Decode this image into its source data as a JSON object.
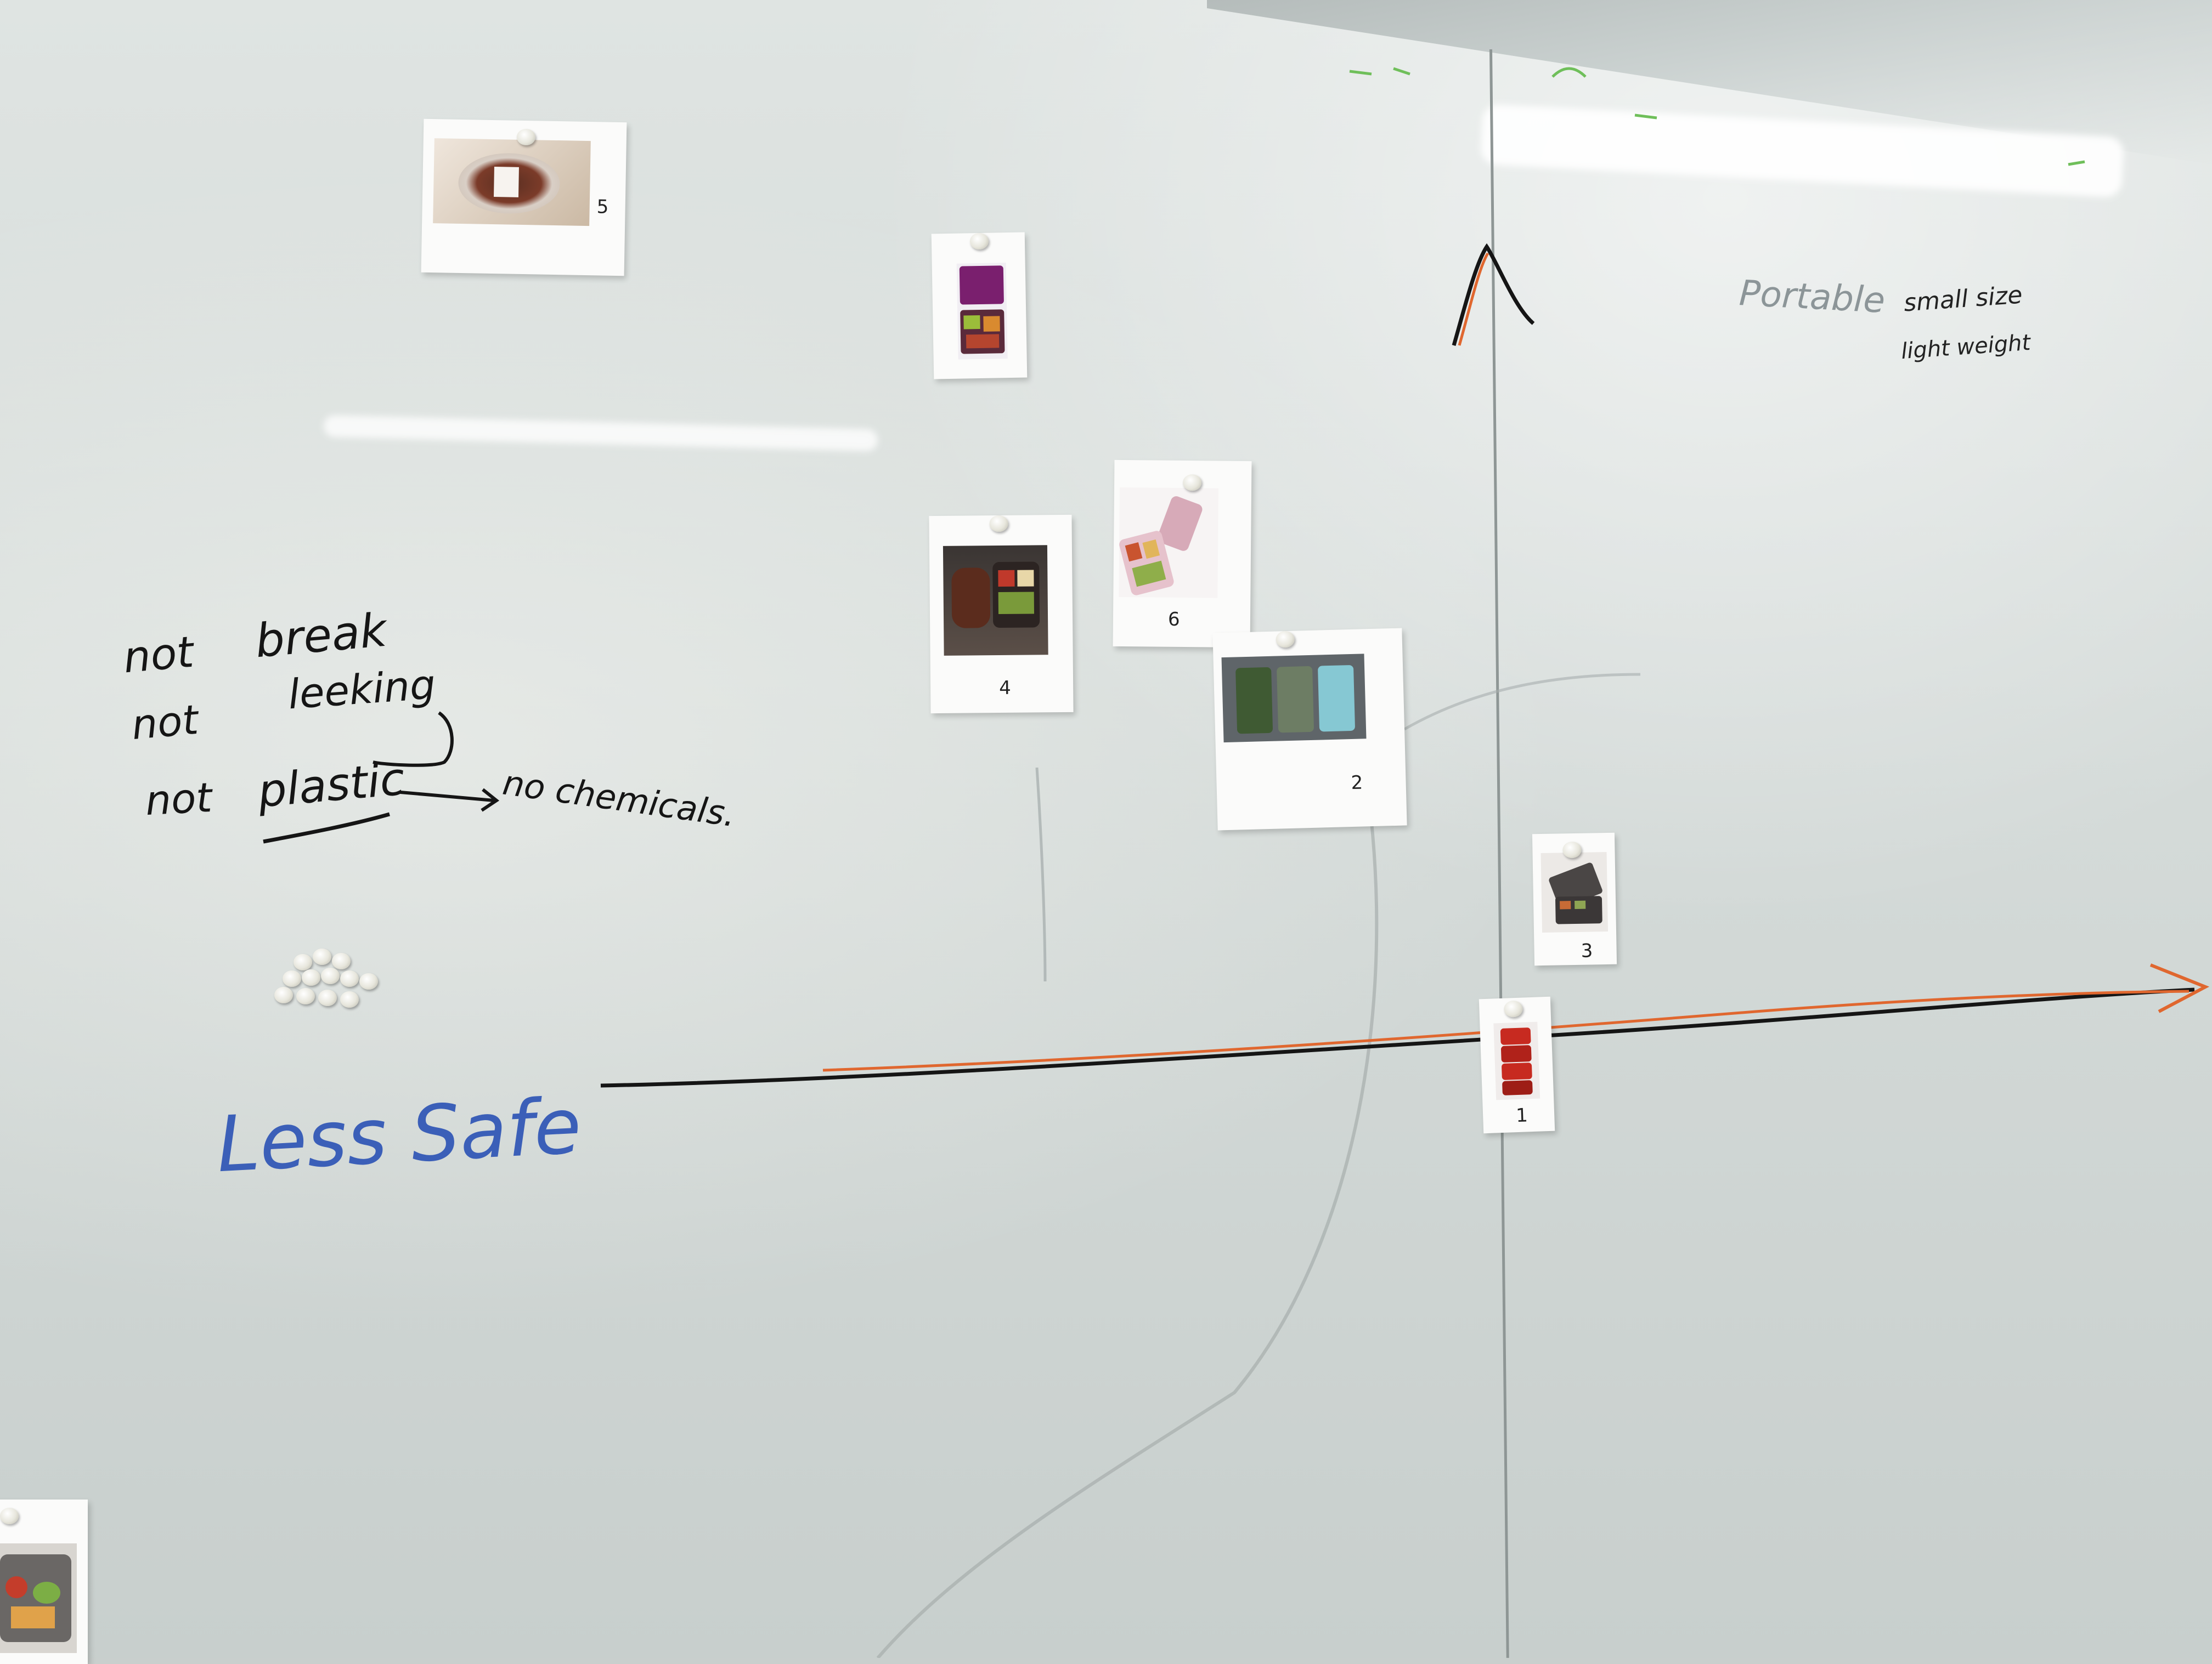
{
  "scene": {
    "description_tags": [
      "whiteboard",
      "printed-photos",
      "magnets",
      "marker-handwriting"
    ]
  },
  "handwriting": {
    "portable": "Portable",
    "small_size": "small size",
    "light_weight": "light weight",
    "not_break_1": "not",
    "not_break_2": "break",
    "not_leaking_1": "not",
    "not_leaking_2": "leeking",
    "not_plastic_1": "not",
    "not_plastic_2": "plastic",
    "no_chemicals": "no chemicals.",
    "less_safe": "Less Safe"
  },
  "photos": [
    {
      "id": "photo-1",
      "number": "1"
    },
    {
      "id": "photo-2",
      "number": "2"
    },
    {
      "id": "photo-3",
      "number": "3"
    },
    {
      "id": "photo-4",
      "number": "4"
    },
    {
      "id": "photo-5",
      "number": "5"
    },
    {
      "id": "photo-6",
      "number": "6"
    },
    {
      "id": "photo-7",
      "number": ""
    },
    {
      "id": "photo-8",
      "number": ""
    }
  ],
  "colors": {
    "black_marker": "#151515",
    "blue_marker": "#3b5fb8",
    "orange_marker": "#e0672f",
    "green_marker": "#6fbf5a"
  }
}
